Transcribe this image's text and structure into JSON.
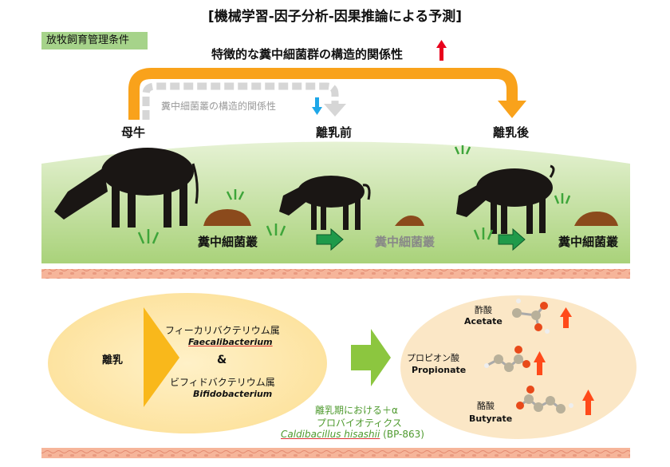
{
  "title": "[機械学習-因子分析-因果推論による予測]",
  "condition_label": "放牧飼育管理条件",
  "top_relation": "特徴的な糞中細菌群の構造的関係性",
  "inner_relation": "糞中細菌叢の構造的関係性",
  "stages": {
    "mother": "母牛",
    "pre_weaning": "離乳前",
    "post_weaning": "離乳後"
  },
  "microbiota_labels": [
    "糞中細菌叢",
    "糞中細菌叢",
    "糞中細菌叢"
  ],
  "weaning": {
    "label": "離乳",
    "bacteria1_jp": "フィーカリバクテリウム属",
    "bacteria1_latin": "Faecalibacterium",
    "and": "&",
    "bacteria2_jp": "ビフィドバクテリウム属",
    "bacteria2_latin": "Bifidobacterium"
  },
  "probiotic": {
    "line1": "離乳期における＋α",
    "line2": "プロバイオティクス",
    "species": "Caldibacillus hisashii",
    "strain": "(BP-863)"
  },
  "acids": [
    {
      "jp": "酢酸",
      "en": "Acetate"
    },
    {
      "jp": "プロピオン酸",
      "en": "Propionate"
    },
    {
      "jp": "酪酸",
      "en": "Butyrate"
    }
  ],
  "colors": {
    "orange": "#f9a21b",
    "green_arrow": "#8cc63f",
    "red": "#e8001c",
    "blue": "#1ea7e8",
    "acid_arrow": "#ff4a1a"
  }
}
